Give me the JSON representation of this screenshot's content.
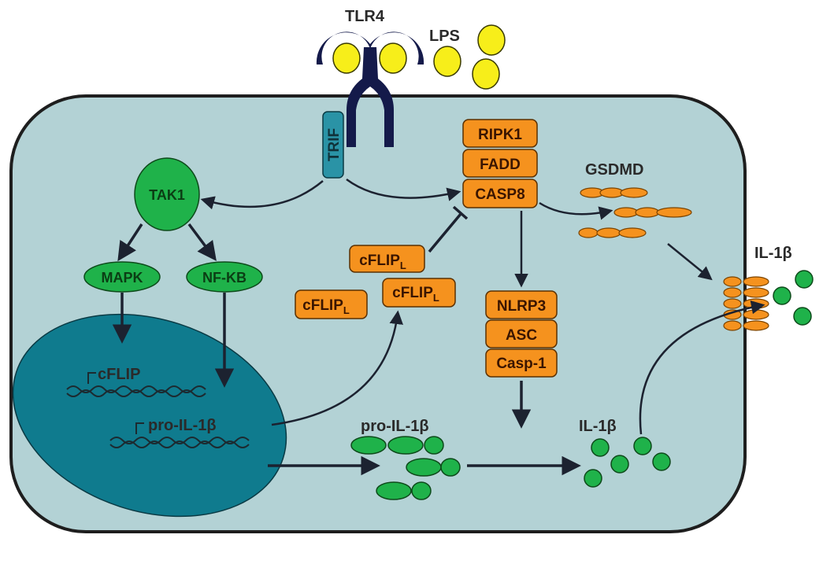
{
  "labels": {
    "tlr4": "TLR4",
    "lps": "LPS",
    "trif": "TRIF",
    "tak1": "TAK1",
    "mapk": "MAPK",
    "nfkb": "NF-KB",
    "ripk1": "RIPK1",
    "fadd": "FADD",
    "casp8": "CASP8",
    "gsdmd": "GSDMD",
    "cflip_base": "cFLIP",
    "cflip_sub": "L",
    "nlrp3": "NLRP3",
    "asc": "ASC",
    "casp1": "Casp-1",
    "gene_cflip": "cFLIP",
    "gene_pro_il1b": "pro-IL-1β",
    "pro_il1b": "pro-IL-1β",
    "il1b_inside": "IL-1β",
    "il1b_outside": "IL-1β"
  },
  "colors": {
    "cell": "#b3d2d5",
    "nucleus": "#0f7b8e",
    "receptor": "#141a4a",
    "lps": "#f7ee1a",
    "orange": "#f5921e",
    "green": "#1fb24a",
    "trif": "#2a93a6"
  }
}
